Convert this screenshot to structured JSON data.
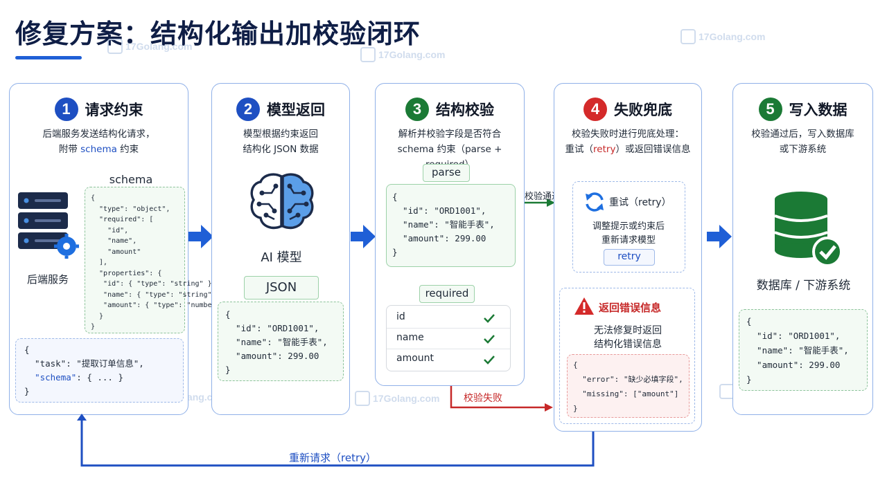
{
  "page_title": "修复方案：结构化输出加校验闭环",
  "watermark_text": "17Golang.com",
  "colors": {
    "blue": "#1e4fc2",
    "green": "#1b7a35",
    "red": "#d42a2a",
    "accent_arrow": "#1f5fd6"
  },
  "steps": [
    {
      "num": "1",
      "title": "请求约束",
      "desc_line1": "后端服务发送结构化请求，",
      "desc_line2_pre": "附带 ",
      "desc_line2_hl": "schema",
      "desc_line2_post": " 约束",
      "server_label": "后端服务",
      "schema_label": "schema",
      "schema_lines": [
        "{",
        "  \"type\": \"object\",",
        "  \"required\": [",
        "    \"id\",",
        "    \"name\",",
        "    \"amount\"",
        "  ],",
        "  \"properties\": {",
        "   \"id\": { \"type\": \"string\" },",
        "   \"name\": { \"type\": \"string\" },",
        "   \"amount\": { \"type\": \"number\" }",
        "  }",
        "}"
      ],
      "request_lines": [
        "{",
        "  \"task\": \"提取订单信息\",",
        "  \"schema\": { ... }",
        "}"
      ]
    },
    {
      "num": "2",
      "title": "模型返回",
      "desc_line1": "模型根据约束返回",
      "desc_line2": "结构化 JSON 数据",
      "model_label": "AI 模型",
      "json_tag": "JSON",
      "json_lines": [
        "{",
        "  \"id\": \"ORD1001\",",
        "  \"name\": \"智能手表\",",
        "  \"amount\": 299.00",
        "}"
      ]
    },
    {
      "num": "3",
      "title": "结构校验",
      "desc_line1": "解析并校验字段是否符合",
      "desc_line2": "schema 约束（parse + required）",
      "parse_tag": "parse",
      "parse_lines": [
        "{",
        "  \"id\": \"ORD1001\",",
        "  \"name\": \"智能手表\",",
        "  \"amount\": 299.00",
        "}"
      ],
      "required_tag": "required",
      "required_fields": [
        "id",
        "name",
        "amount"
      ]
    },
    {
      "num": "4",
      "title": "失败兜底",
      "desc_line1": "校验失败时进行兜底处理：",
      "desc_line2_pre": "重试（",
      "desc_line2_hl": "retry",
      "desc_line2_post": "）或返回错误信息",
      "retry_title": "重试（retry）",
      "retry_desc1": "调整提示或约束后",
      "retry_desc2": "重新请求模型",
      "retry_tag": "retry",
      "error_title": "返回错误信息",
      "error_desc1": "无法修复时返回",
      "error_desc2": "结构化错误信息",
      "error_lines": [
        "{",
        "  \"error\": \"缺少必填字段\",",
        "  \"missing\": [\"amount\"]",
        "}"
      ]
    },
    {
      "num": "5",
      "title": "写入数据",
      "desc_line1": "校验通过后，写入数据库",
      "desc_line2": "或下游系统",
      "db_label": "数据库 / 下游系统",
      "data_lines": [
        "{",
        "  \"id\": \"ORD1001\",",
        "  \"name\": \"智能手表\",",
        "  \"amount\": 299.00",
        "}"
      ]
    }
  ],
  "flow_labels": {
    "pass": "校验通过",
    "fail": "校验失败",
    "retry_loop": "重新请求（retry）"
  }
}
